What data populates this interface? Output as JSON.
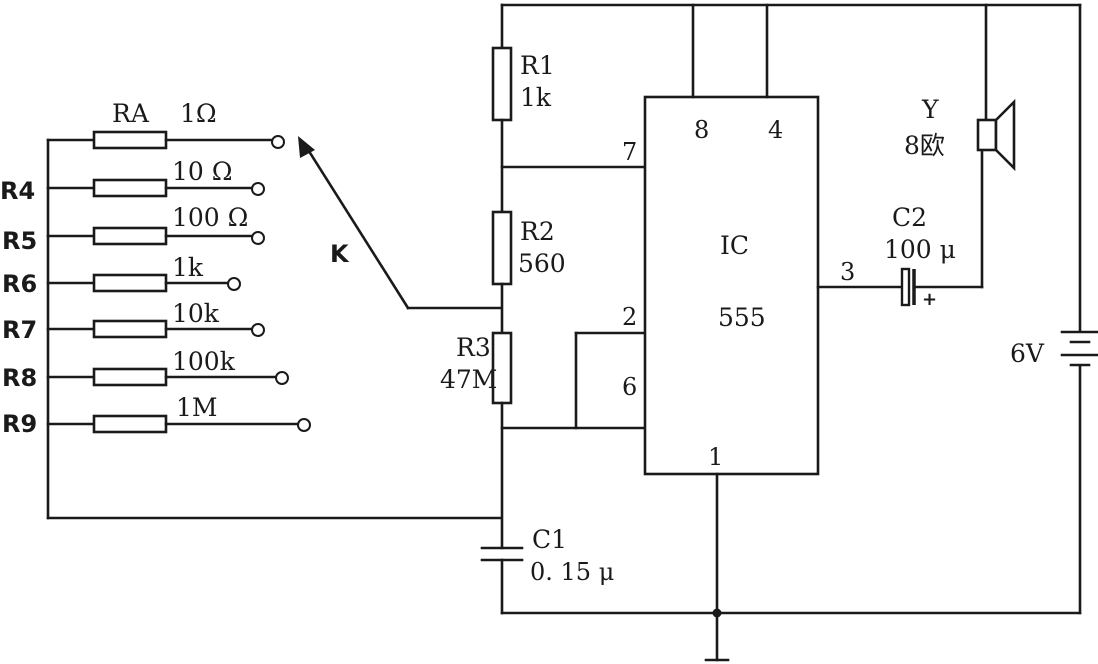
{
  "components": {
    "ra": {
      "name": "RA",
      "value": "1Ω"
    },
    "r4": {
      "name": "R4",
      "value": "10 Ω"
    },
    "r5": {
      "name": "R5",
      "value": "100 Ω"
    },
    "r6": {
      "name": "R6",
      "value": "1k"
    },
    "r7": {
      "name": "R7",
      "value": "10k"
    },
    "r8": {
      "name": "R8",
      "value": "100k"
    },
    "r9": {
      "name": "R9",
      "value": "1M"
    },
    "r1": {
      "name": "R1",
      "value": "1k"
    },
    "r2": {
      "name": "R2",
      "value": "560"
    },
    "r3": {
      "name": "R3",
      "value": "47M"
    },
    "c1": {
      "name": "C1",
      "value": "0. 15 μ"
    },
    "c2": {
      "name": "C2",
      "value": "100 μ"
    },
    "speaker": {
      "name": "Y",
      "value": "8欧"
    },
    "battery": {
      "value": "6V"
    },
    "switch": {
      "name": "K"
    },
    "ic": {
      "name": "IC",
      "type": "555",
      "pins": [
        "8",
        "4",
        "7",
        "2",
        "6",
        "3",
        "1"
      ]
    },
    "c2_polarity": "+"
  }
}
